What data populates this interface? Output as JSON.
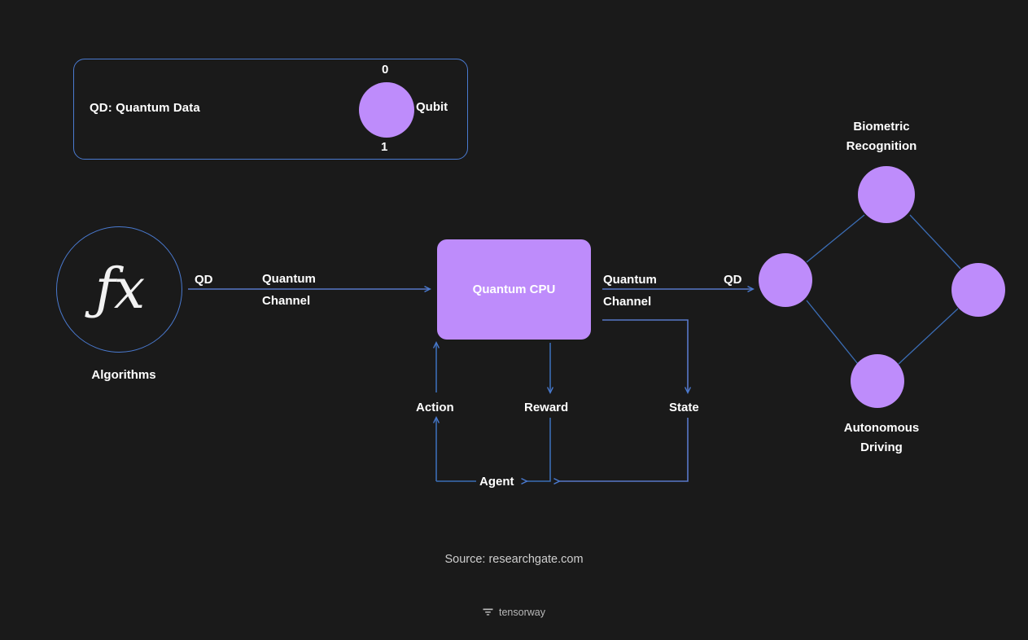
{
  "background_color": "#1a1a1a",
  "accent_purple": "#be8cfb",
  "accent_blue": "#4a7ad0",
  "legend": {
    "title": "QD: Quantum Data",
    "qubit_state_top": "0",
    "qubit_state_bottom": "1",
    "qubit_label": "Qubit"
  },
  "nodes": {
    "algorithms": {
      "label": "Algorithms",
      "glyph": "ƒx"
    },
    "quantum_cpu": {
      "label": "Quantum CPU"
    },
    "biometric": {
      "line1": "Biometric",
      "line2": "Recognition"
    },
    "autonomous": {
      "line1": "Autonomous",
      "line2": "Driving"
    }
  },
  "channels": {
    "left": {
      "payload": "QD",
      "name_line1": "Quantum",
      "name_line2": "Channel"
    },
    "right": {
      "payload": "QD",
      "name_line1": "Quantum",
      "name_line2": "Channel"
    }
  },
  "rl_loop": {
    "action": "Action",
    "reward": "Reward",
    "state": "State",
    "agent": "Agent"
  },
  "footer": {
    "source": "Source: researchgate.com",
    "brand": "tensorway",
    "brand_icon": "stacked-bars-logo"
  }
}
